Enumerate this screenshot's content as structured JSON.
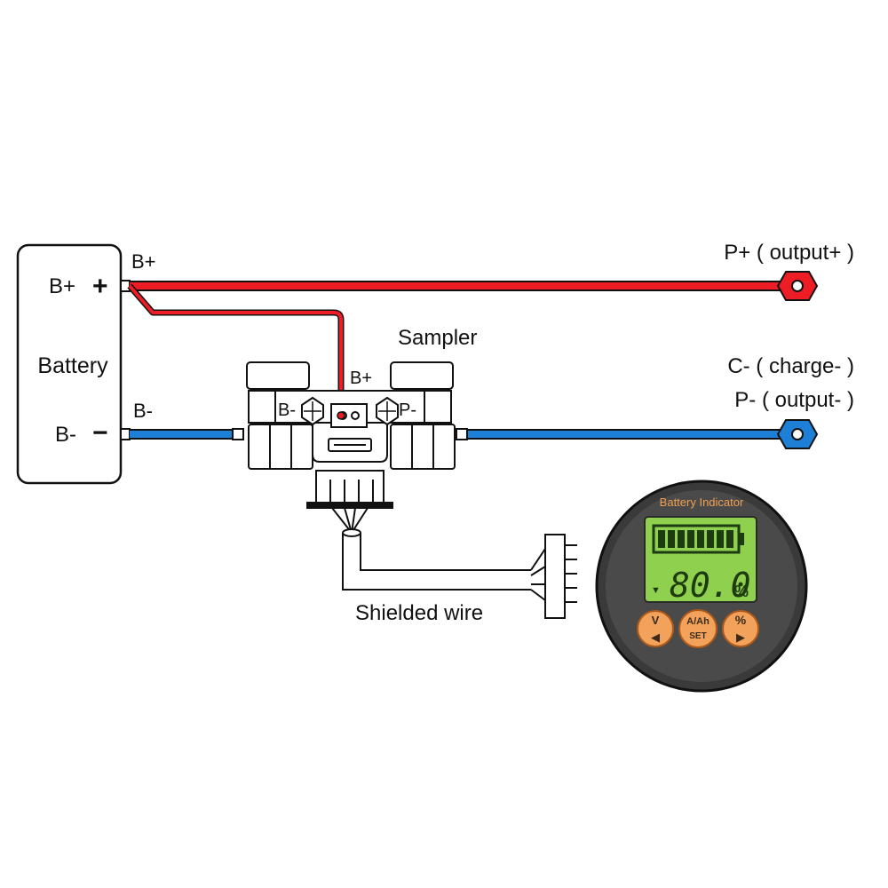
{
  "battery": {
    "title": "Battery",
    "pos_label": "B+",
    "pos_symbol": "+",
    "neg_label": "B-",
    "neg_symbol": "−"
  },
  "wire_labels": {
    "pos_tap": "B+",
    "neg_tap": "B-"
  },
  "sampler": {
    "title": "Sampler",
    "bplus": "B+",
    "bminus": "B-",
    "pminus": "P-"
  },
  "outputs": {
    "p_plus": "P+ ( output+ )",
    "c_minus": "C- ( charge- )",
    "p_minus": "P- ( output- )"
  },
  "shielded_wire": "Shielded wire",
  "indicator": {
    "title": "Battery Indicator",
    "reading": "80.0",
    "unit": "%",
    "level_bars": 8,
    "buttons": [
      {
        "top": "V",
        "glyph": "◀"
      },
      {
        "top": "A/Ah",
        "glyph": "SET"
      },
      {
        "top": "%",
        "glyph": "▶"
      }
    ]
  },
  "colors": {
    "positive_wire": "#ee1c25",
    "negative_wire": "#1d7fd6",
    "lcd": "#8fd14f",
    "bezel": "#3a3a3a",
    "button": "#f2a25a",
    "title_text": "#f0a050"
  }
}
